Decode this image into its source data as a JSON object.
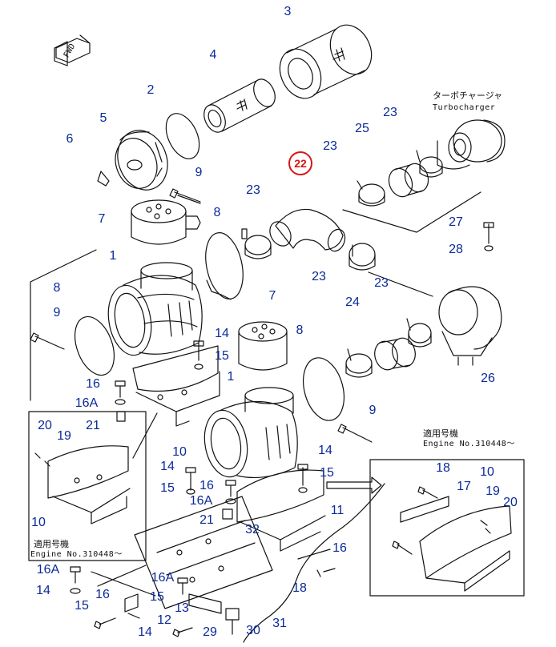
{
  "fwd_label": "FWD",
  "turbo": {
    "jp": "ターボチャージャ",
    "en": "Turbocharger"
  },
  "variant_right": {
    "jp": "適用号機",
    "en": "Engine No.310448～"
  },
  "variant_left": {
    "jp": "適用号機",
    "en": "Engine No.310448～"
  },
  "highlight": "22",
  "labels": [
    "3",
    "4",
    "2",
    "5",
    "6",
    "9",
    "23",
    "25",
    "23",
    "23",
    "7",
    "8",
    "27",
    "28",
    "1",
    "8",
    "9",
    "23",
    "23",
    "24",
    "7",
    "14",
    "15",
    "8",
    "26",
    "16",
    "16A",
    "21",
    "1",
    "20",
    "19",
    "9",
    "10",
    "14",
    "18",
    "17",
    "10",
    "14",
    "15",
    "16",
    "16A",
    "15",
    "19",
    "20",
    "10",
    "21",
    "11",
    "32",
    "16",
    "16A",
    "14",
    "15",
    "16",
    "16A",
    "15",
    "13",
    "14",
    "12",
    "29",
    "30",
    "31",
    "18"
  ]
}
